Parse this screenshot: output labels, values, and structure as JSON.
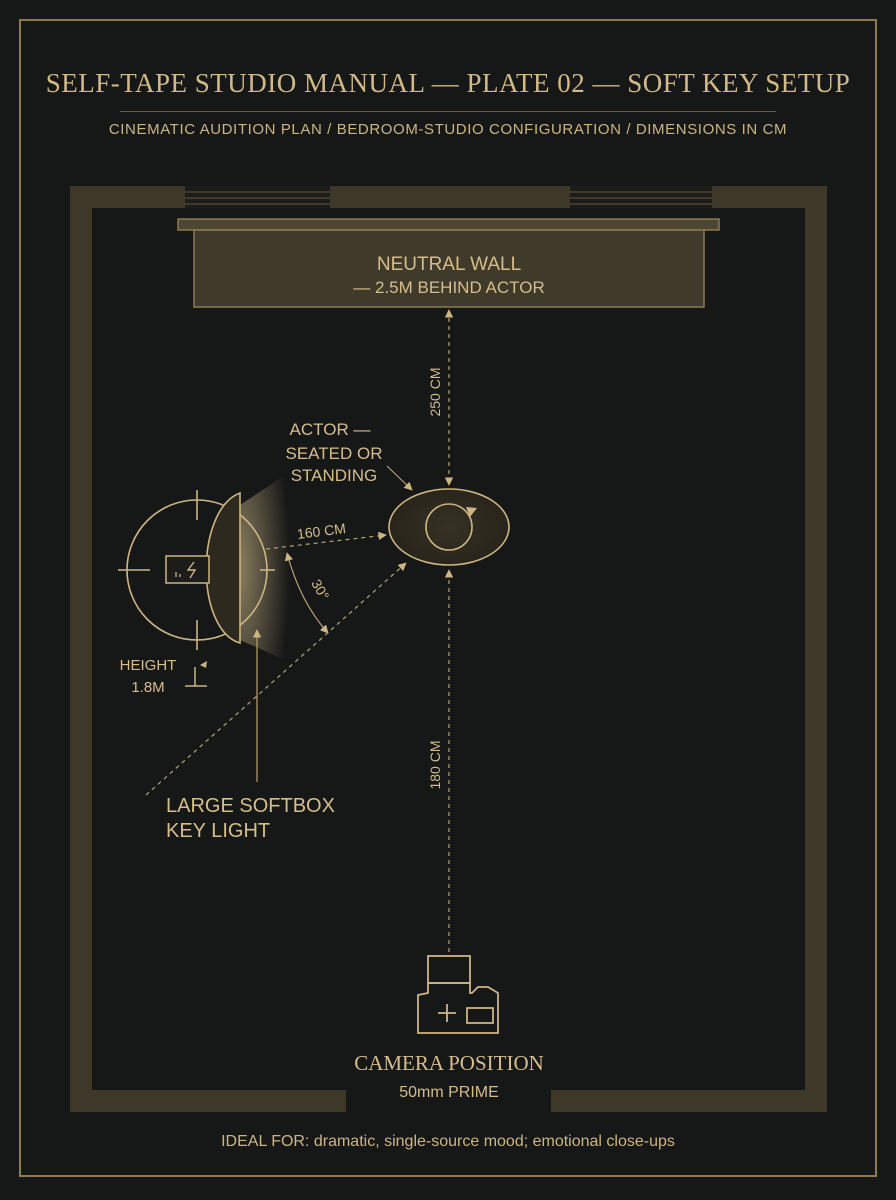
{
  "header": {
    "title": "SELF-TAPE STUDIO MANUAL — PLATE 02 — SOFT KEY SETUP",
    "subtitle": "CINEMATIC AUDITION PLAN / BEDROOM-STUDIO CONFIGURATION / DIMENSIONS IN CM"
  },
  "wall": {
    "line1": "NEUTRAL WALL",
    "line2": "— 2.5M BEHIND ACTOR"
  },
  "actor": {
    "line1": "ACTOR —",
    "line2": "SEATED OR",
    "line3": "STANDING"
  },
  "dimensions": {
    "wall_to_actor": "250 CM",
    "light_to_actor": "160 CM",
    "angle": "30°",
    "camera_to_actor": "180 CM"
  },
  "light": {
    "height_line1": "HEIGHT",
    "height_line2": "1.8M",
    "label_line1": "LARGE SOFTBOX",
    "label_line2": "KEY LIGHT"
  },
  "camera": {
    "title": "CAMERA POSITION",
    "lens": "50mm PRIME"
  },
  "footer": {
    "note": "IDEAL FOR: dramatic, single-source mood; emotional close-ups"
  },
  "colors": {
    "background": "#161717",
    "gold": "#d6bd8b",
    "wall": "#3f3a2a",
    "wall_fill": "#4a432f"
  }
}
